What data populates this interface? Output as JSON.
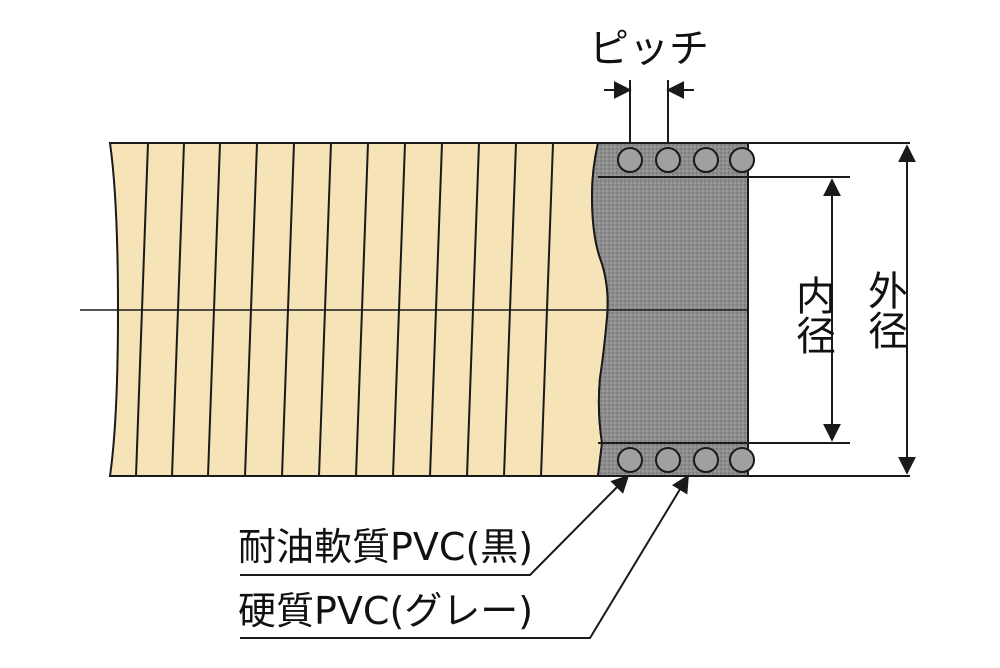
{
  "labels": {
    "pitch": "ピッチ",
    "inner_diameter": "内径",
    "outer_diameter": "外径",
    "black_material": "耐油軟質PVC(黒)",
    "grey_material": "硬質PVC(グレー)"
  },
  "colors": {
    "hose_outer": "#f6e3b8",
    "hose_section": "#8d8d8d",
    "line": "#1a1a1a",
    "ring_fill": "#a0a0a0"
  },
  "icons": {
    "arrow": "arrow-icon",
    "coil_ring": "coil-ring-icon"
  }
}
